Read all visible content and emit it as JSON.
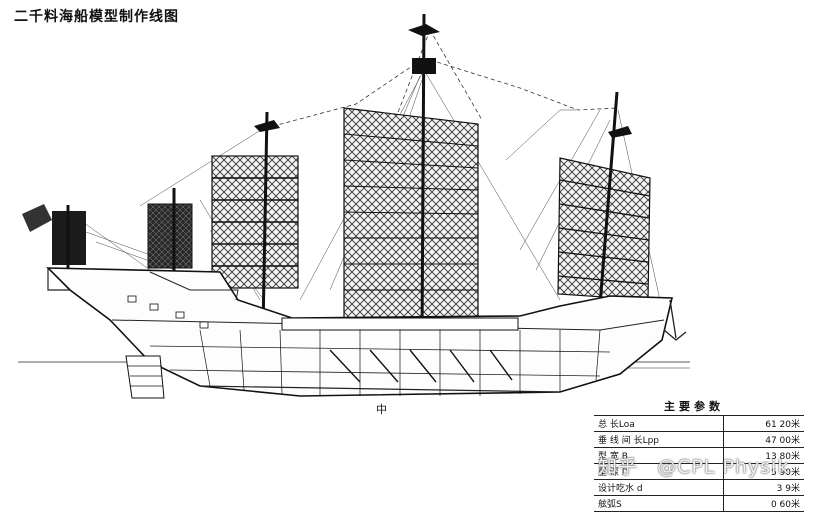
{
  "title": "二千料海船模型制作线图",
  "center_mark": "中",
  "params": {
    "heading": "主要参数",
    "rows": [
      {
        "label": "总 长Loa",
        "value": "61 20米"
      },
      {
        "label": "垂 线 间 长Lpp",
        "value": "47 00米"
      },
      {
        "label": "型 宽 B",
        "value": "13 80米"
      },
      {
        "label": "型 深 D",
        "value": "5 90米"
      },
      {
        "label": "设计吃水 d",
        "value": "3 9米"
      },
      {
        "label": "舷弧S",
        "value": "0 60米"
      }
    ]
  },
  "watermark": {
    "site": "知乎",
    "author": "@CPL Physik"
  }
}
